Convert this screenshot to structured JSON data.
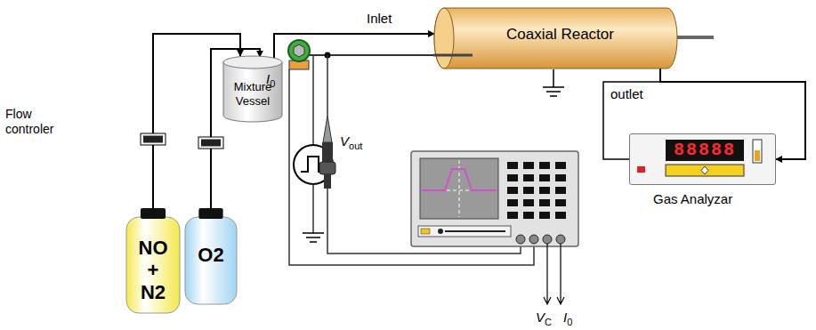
{
  "diagram": {
    "nodes": [
      {
        "text": [
          "NO + N2"
        ]
      },
      {
        "text": [
          "O2"
        ]
      },
      {
        "text": [
          "Mixture Vessel"
        ]
      },
      {
        "text": [
          "Coaxial Reactor"
        ]
      },
      {
        "text": [
          "88888",
          "Gas Analyzar"
        ]
      }
    ],
    "edges": [
      {
        "from": 0,
        "to": 2,
        "arrow": "to"
      },
      {
        "from": 1,
        "to": 2,
        "arrow": "to"
      },
      {
        "from": 2,
        "to": 3,
        "arrow": "to"
      },
      {
        "from": 3,
        "to": 4,
        "arrow": "to"
      }
    ],
    "labels": [
      "Inlet",
      "Flow controler",
      "I0",
      "Vout",
      "outlet",
      "VC",
      "I0"
    ]
  }
}
